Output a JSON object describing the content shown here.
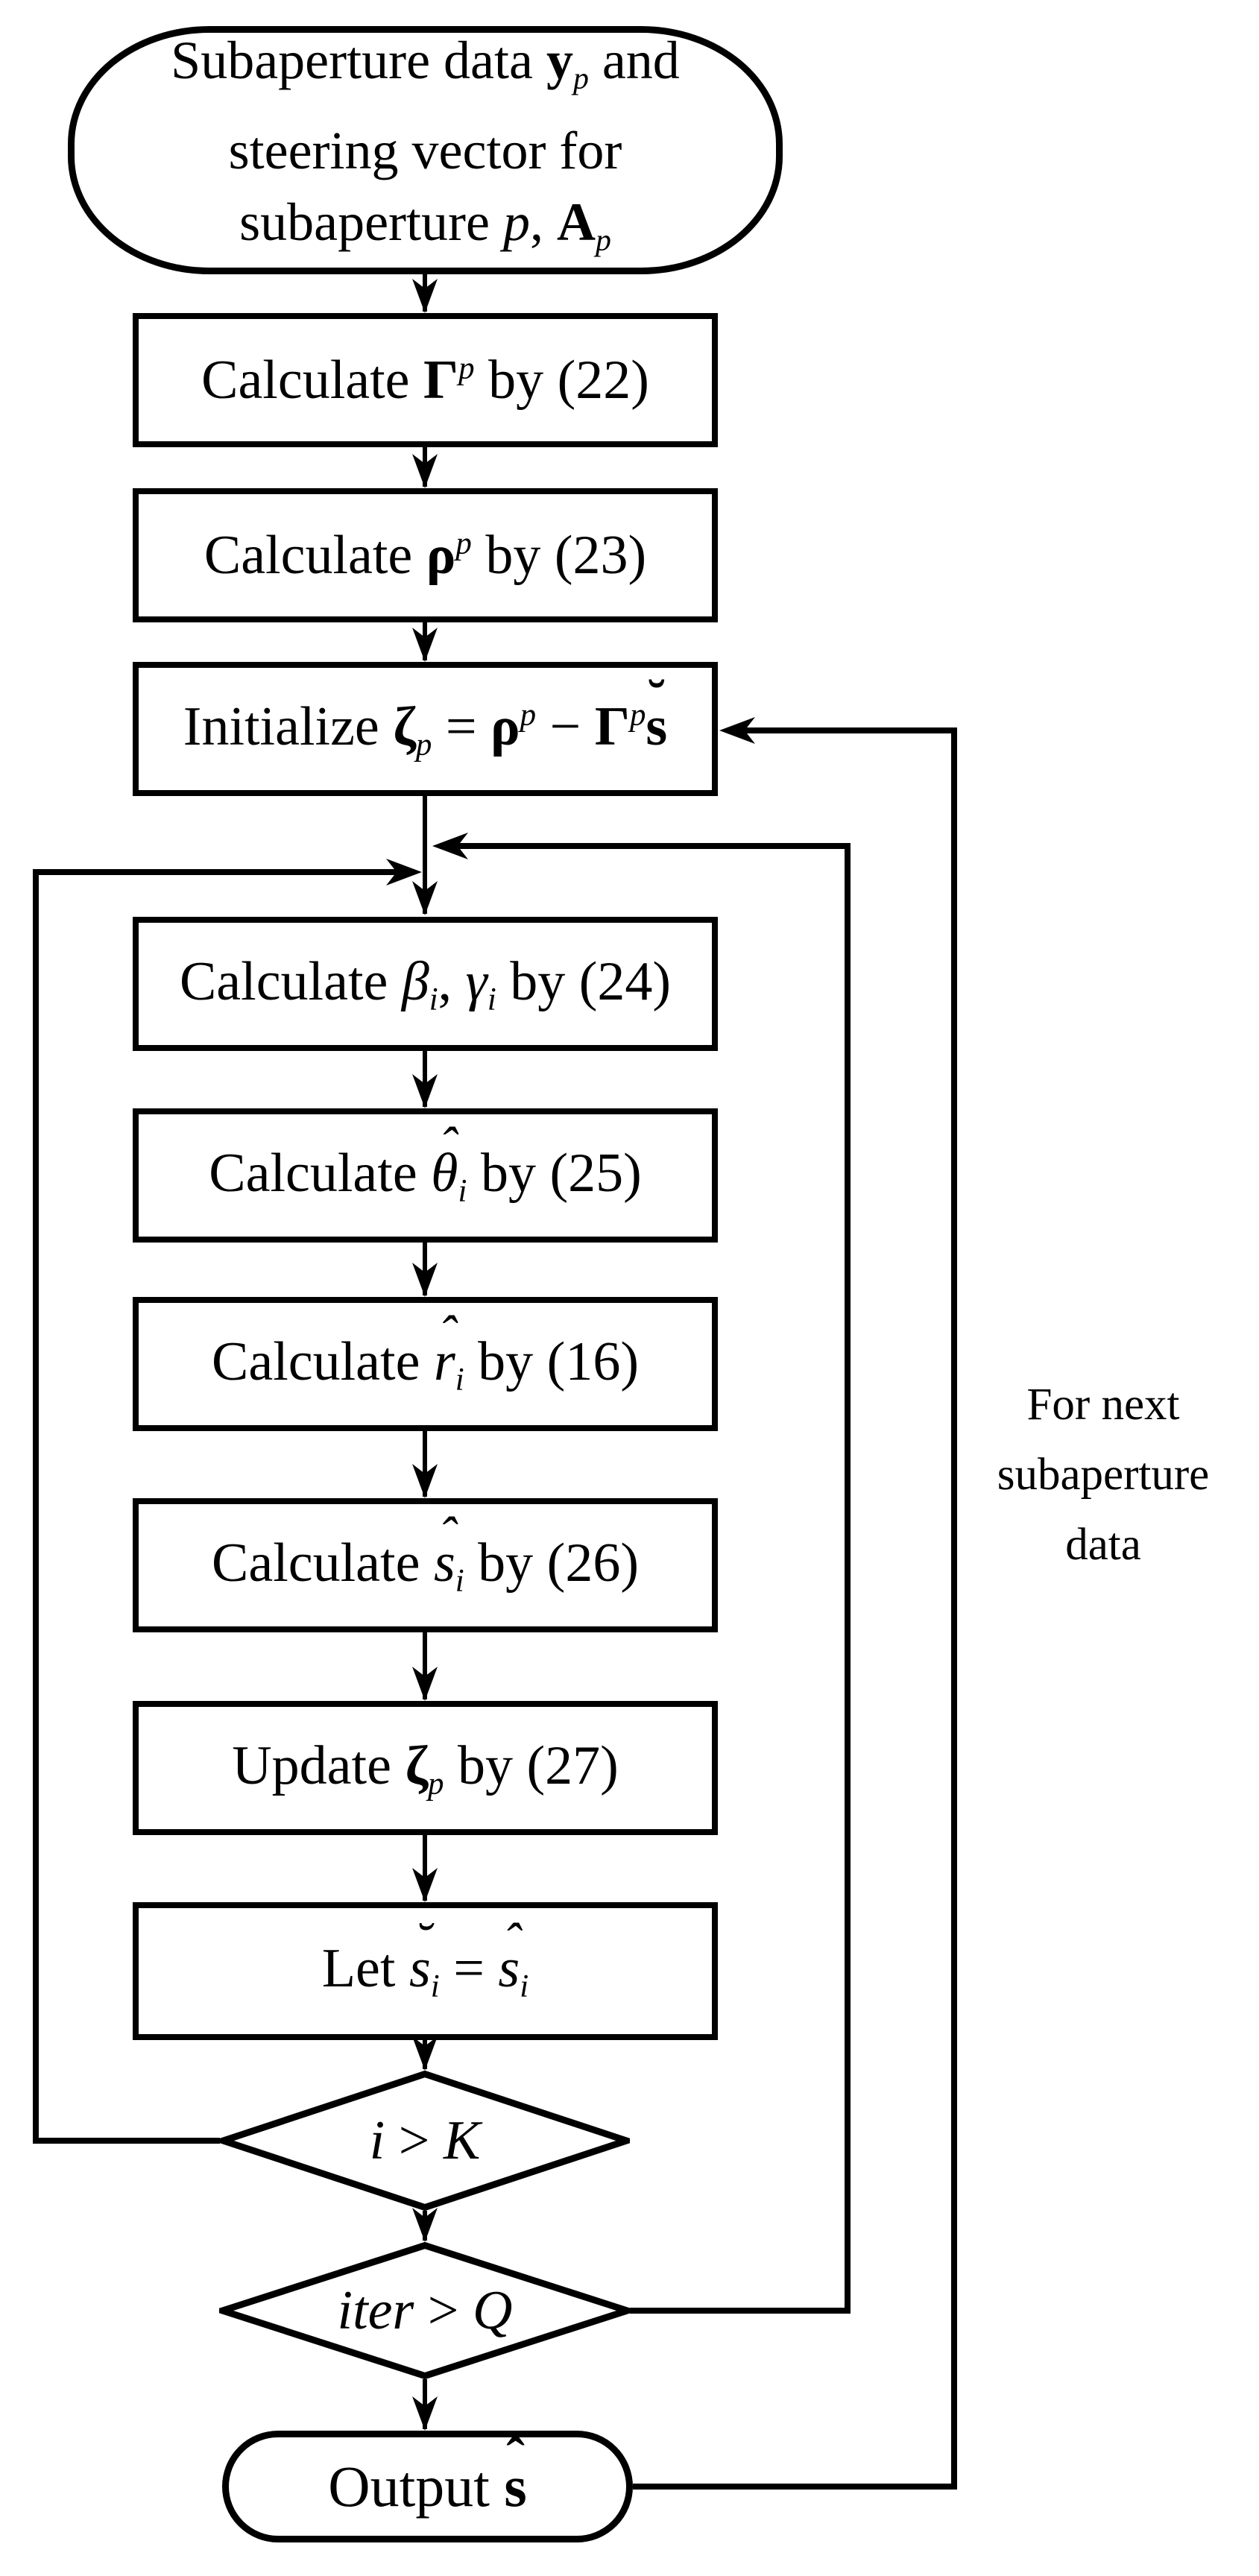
{
  "meta": {
    "background": "#ffffff",
    "ink": "#000000"
  },
  "flowchart": {
    "start": {
      "lines": [
        [
          {
            "t": "Subaperture data "
          },
          {
            "t": "y",
            "s": "b"
          },
          {
            "t": "p",
            "s": "i sub"
          },
          {
            "t": " and"
          }
        ],
        [
          {
            "t": "steering vector for"
          }
        ],
        [
          {
            "t": "subaperture "
          },
          {
            "t": "p",
            "s": "i"
          },
          {
            "t": ", "
          },
          {
            "t": "A",
            "s": "b"
          },
          {
            "t": "p",
            "s": "i sub"
          }
        ]
      ]
    },
    "steps": {
      "calc_gamma": {
        "rich": [
          {
            "t": "Calculate "
          },
          {
            "t": "Γ",
            "s": "b"
          },
          {
            "t": "p",
            "s": "i sup"
          },
          {
            "t": " by (22)"
          }
        ]
      },
      "calc_rho": {
        "rich": [
          {
            "t": "Calculate "
          },
          {
            "t": "ρ",
            "s": "b"
          },
          {
            "t": "p",
            "s": "i sup"
          },
          {
            "t": " by (23)"
          }
        ]
      },
      "initialize": {
        "rich": [
          {
            "t": "Initialize "
          },
          {
            "t": "ζ",
            "s": "b"
          },
          {
            "t": "p",
            "s": "i sub"
          },
          {
            "t": " = "
          },
          {
            "t": "ρ",
            "s": "b"
          },
          {
            "t": "p",
            "s": "i sup"
          },
          {
            "t": " − "
          },
          {
            "t": "Γ",
            "s": "b"
          },
          {
            "t": "p",
            "s": "i sup"
          },
          {
            "t": "s",
            "s": "b breve"
          }
        ]
      },
      "calc_beta_gamma": {
        "rich": [
          {
            "t": "Calculate "
          },
          {
            "t": "β",
            "s": "i"
          },
          {
            "t": "i",
            "s": "i sub"
          },
          {
            "t": ", "
          },
          {
            "t": "γ",
            "s": "i"
          },
          {
            "t": "i",
            "s": "i sub"
          },
          {
            "t": " by (24)"
          }
        ]
      },
      "calc_theta": {
        "rich": [
          {
            "t": "Calculate "
          },
          {
            "t": "θ",
            "s": "i hat"
          },
          {
            "t": "i",
            "s": "i sub"
          },
          {
            "t": " by (25)"
          }
        ]
      },
      "calc_r": {
        "rich": [
          {
            "t": "Calculate "
          },
          {
            "t": "r",
            "s": "i hat"
          },
          {
            "t": "i",
            "s": "i sub"
          },
          {
            "t": " by (16)"
          }
        ]
      },
      "calc_s": {
        "rich": [
          {
            "t": "Calculate "
          },
          {
            "t": "s",
            "s": "i hat"
          },
          {
            "t": "i",
            "s": "i sub"
          },
          {
            "t": " by (26)"
          }
        ]
      },
      "update_zeta": {
        "rich": [
          {
            "t": "Update "
          },
          {
            "t": "ζ",
            "s": "b"
          },
          {
            "t": "p",
            "s": "i sub"
          },
          {
            "t": " by (27)"
          }
        ]
      },
      "let_s": {
        "rich": [
          {
            "t": "Let "
          },
          {
            "t": "s",
            "s": "i breve"
          },
          {
            "t": "i",
            "s": "i sub"
          },
          {
            "t": " = "
          },
          {
            "t": "s",
            "s": "i hat"
          },
          {
            "t": "i",
            "s": "i sub"
          }
        ]
      }
    },
    "decisions": {
      "i_gt_k": {
        "rich": [
          {
            "t": "i",
            "s": "i"
          },
          {
            "t": " > "
          },
          {
            "t": "K",
            "s": "i"
          }
        ]
      },
      "iter_gt_q": {
        "rich": [
          {
            "t": "iter",
            "s": "i"
          },
          {
            "t": " > "
          },
          {
            "t": "Q",
            "s": "i"
          }
        ]
      }
    },
    "end": {
      "rich": [
        {
          "t": "Output "
        },
        {
          "t": "s",
          "s": "b hat"
        }
      ]
    },
    "annotation": {
      "text": "For next\nsubaperture\ndata"
    }
  }
}
